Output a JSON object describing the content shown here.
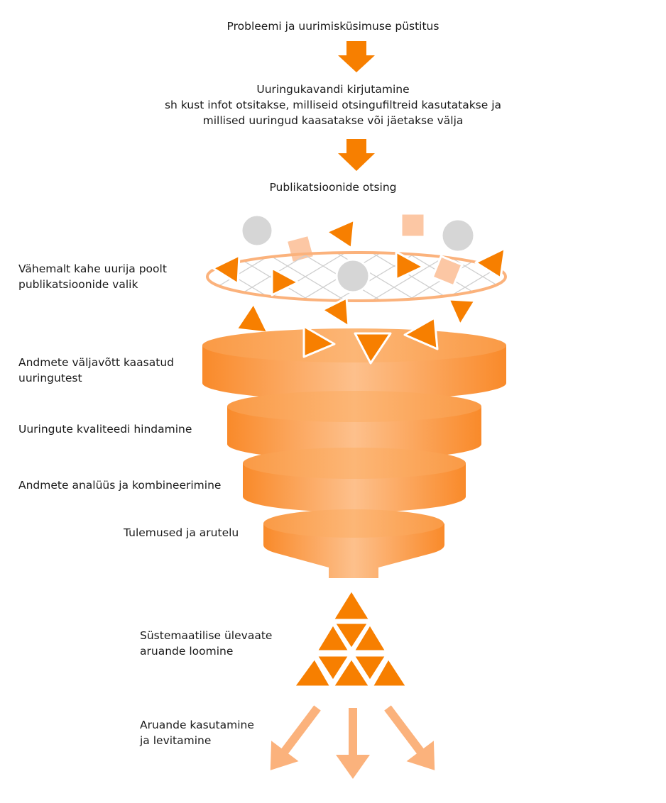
{
  "steps": {
    "problem": "Probleemi ja uurimisküsimuse püstitus",
    "plan_title": "Uuringukavandi kirjutamine",
    "plan_line2": "sh kust infot otsitakse, milliseid otsingufiltreid kasutatakse ja",
    "plan_line3": "millised uuringud kaasatakse või jäetakse välja",
    "search": "Publikatsioonide otsing",
    "selection_line1": "Vähemalt kahe uurija poolt",
    "selection_line2": "publikatsioonide valik",
    "extraction_line1": "Andmete väljavõtt kaasatud",
    "extraction_line2": "uuringutest",
    "quality": "Uuringute kvaliteedi hindamine",
    "analysis": "Andmete analüüs ja kombineerimine",
    "results": "Tulemused ja arutelu",
    "report_line1": "Süstemaatilise ülevaate",
    "report_line2": "aruande loomine",
    "use_line1": "Aruande kasutamine",
    "use_line2": "ja levitamine"
  },
  "colors": {
    "accent": "#f77f00",
    "funnel_light": "#fdc08c",
    "funnel_dark": "#f98a2a",
    "arrow_light": "#fbb27c",
    "square": "#fcc7a4",
    "circle": "#d6d6d6",
    "mesh": "#cfcfcf"
  }
}
